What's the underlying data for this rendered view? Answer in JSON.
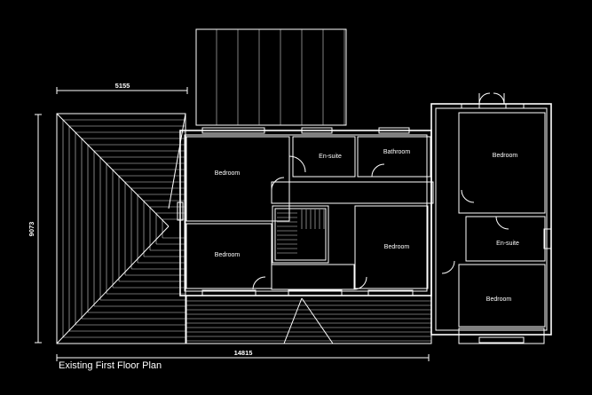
{
  "drawing": {
    "title": "Existing First Floor Plan",
    "dimensions": {
      "top_width": "5155",
      "left_height": "9073",
      "overall_width": "14815"
    },
    "rooms": {
      "bedroom_1": "Bedroom",
      "bedroom_2": "Bedroom",
      "bedroom_3": "Bedroom",
      "bedroom_4": "Bedroom",
      "bedroom_5": "Bedroom",
      "ensuite_1": "En-suite",
      "ensuite_2": "En-suite",
      "bathroom": "Bathroom"
    }
  },
  "colors": {
    "background": "#000000",
    "line": "#ffffff"
  }
}
